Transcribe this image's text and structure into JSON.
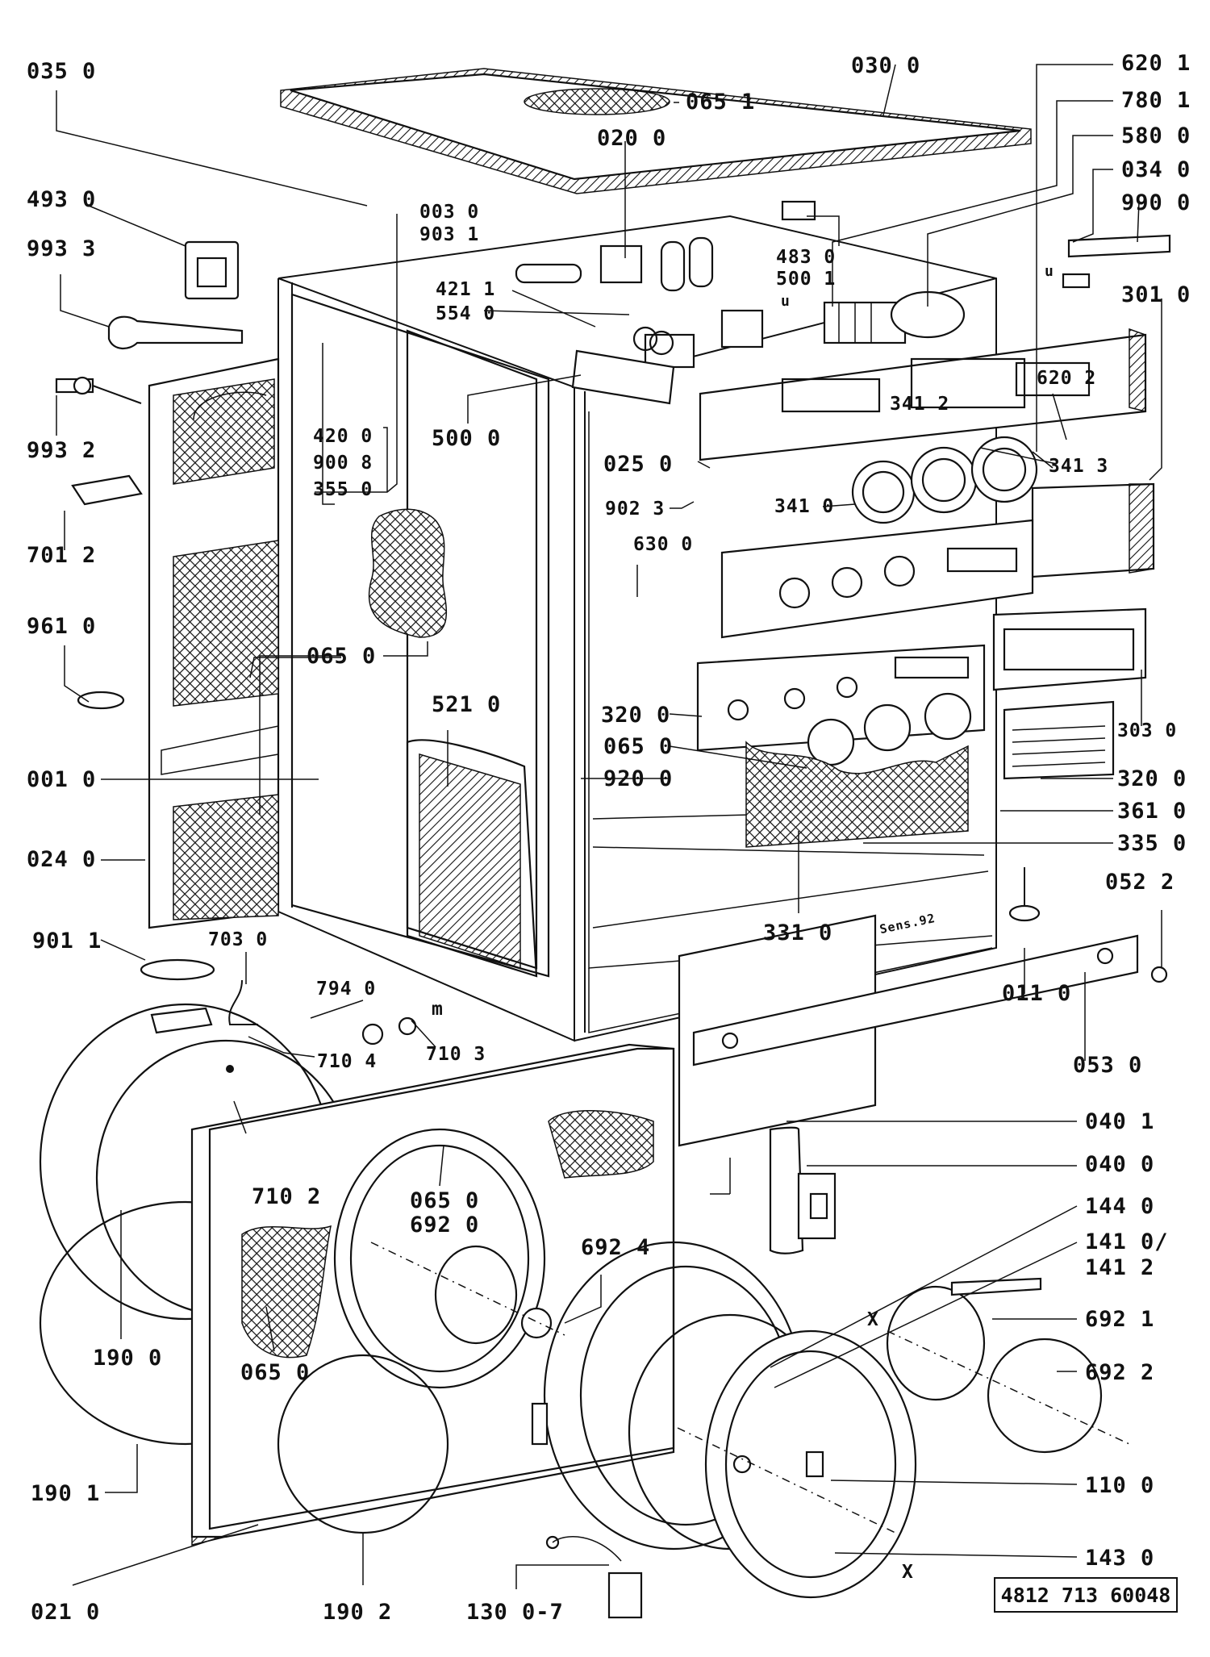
{
  "document_number": "4812 713 60048",
  "labels": [
    {
      "id": "l1",
      "text": "035 0"
    },
    {
      "id": "l2",
      "text": "030 0"
    },
    {
      "id": "l3",
      "text": "065 1"
    },
    {
      "id": "l4",
      "text": "620 1"
    },
    {
      "id": "l5",
      "text": "780 1"
    },
    {
      "id": "l6",
      "text": "580 0"
    },
    {
      "id": "l7",
      "text": "034 0"
    },
    {
      "id": "l8",
      "text": "990 0"
    },
    {
      "id": "l9",
      "text": "301 0"
    },
    {
      "id": "l10",
      "text": "493 0"
    },
    {
      "id": "l11",
      "text": "993 3"
    },
    {
      "id": "l12",
      "text": "020 0"
    },
    {
      "id": "l13",
      "text": "003 0"
    },
    {
      "id": "l14",
      "text": "903 1"
    },
    {
      "id": "l15",
      "text": "421 1"
    },
    {
      "id": "l16",
      "text": "554 0"
    },
    {
      "id": "l17",
      "text": "483 0"
    },
    {
      "id": "l18",
      "text": "500 1"
    },
    {
      "id": "l19",
      "text": "993 2"
    },
    {
      "id": "l20",
      "text": "420 0"
    },
    {
      "id": "l21",
      "text": "900 8"
    },
    {
      "id": "l22",
      "text": "355 0"
    },
    {
      "id": "l23",
      "text": "500 0"
    },
    {
      "id": "l24",
      "text": "620 2"
    },
    {
      "id": "l25",
      "text": "341 2"
    },
    {
      "id": "l26",
      "text": "341 3"
    },
    {
      "id": "l27",
      "text": "025 0"
    },
    {
      "id": "l28",
      "text": "341 0"
    },
    {
      "id": "l29",
      "text": "701 2"
    },
    {
      "id": "l30",
      "text": "902 3"
    },
    {
      "id": "l31",
      "text": "630 0"
    },
    {
      "id": "l32",
      "text": "961 0"
    },
    {
      "id": "l33",
      "text": "065 0"
    },
    {
      "id": "l34",
      "text": "521 0"
    },
    {
      "id": "l35",
      "text": "320 0"
    },
    {
      "id": "l36",
      "text": "303 0"
    },
    {
      "id": "l37",
      "text": "065 0"
    },
    {
      "id": "l38",
      "text": "001 0"
    },
    {
      "id": "l39",
      "text": "920 0"
    },
    {
      "id": "l40",
      "text": "320 0"
    },
    {
      "id": "l41",
      "text": "361 0"
    },
    {
      "id": "l42",
      "text": "335 0"
    },
    {
      "id": "l43",
      "text": "024 0"
    },
    {
      "id": "l44",
      "text": "052 2"
    },
    {
      "id": "l45",
      "text": "331 0"
    },
    {
      "id": "l46",
      "text": "901 1"
    },
    {
      "id": "l47",
      "text": "703 0"
    },
    {
      "id": "l48",
      "text": "011 0"
    },
    {
      "id": "l49",
      "text": "794 0"
    },
    {
      "id": "l50",
      "text": "m"
    },
    {
      "id": "l51",
      "text": "710 4"
    },
    {
      "id": "l52",
      "text": "710 3"
    },
    {
      "id": "l53",
      "text": "053 0"
    },
    {
      "id": "l54",
      "text": "040 1"
    },
    {
      "id": "l55",
      "text": "040 0"
    },
    {
      "id": "l56",
      "text": "710 2"
    },
    {
      "id": "l57",
      "text": "065 0"
    },
    {
      "id": "l58",
      "text": "692 0"
    },
    {
      "id": "l59",
      "text": "144 0"
    },
    {
      "id": "l60",
      "text": "141 0/"
    },
    {
      "id": "l61",
      "text": "141 2"
    },
    {
      "id": "l62",
      "text": "692 4"
    },
    {
      "id": "l63",
      "text": "692 1"
    },
    {
      "id": "l64",
      "text": "X"
    },
    {
      "id": "l65",
      "text": "190 0"
    },
    {
      "id": "l66",
      "text": "065 0"
    },
    {
      "id": "l67",
      "text": "692 2"
    },
    {
      "id": "l68",
      "text": "190 1"
    },
    {
      "id": "l69",
      "text": "110 0"
    },
    {
      "id": "l70",
      "text": "143 0"
    },
    {
      "id": "l71",
      "text": "X"
    },
    {
      "id": "l72",
      "text": "021 0"
    },
    {
      "id": "l73",
      "text": "190 2"
    },
    {
      "id": "l74",
      "text": "130 0-7"
    },
    {
      "id": "l75",
      "text": "Sens.92"
    },
    {
      "id": "l76",
      "text": "u"
    },
    {
      "id": "l77",
      "text": "u"
    }
  ]
}
